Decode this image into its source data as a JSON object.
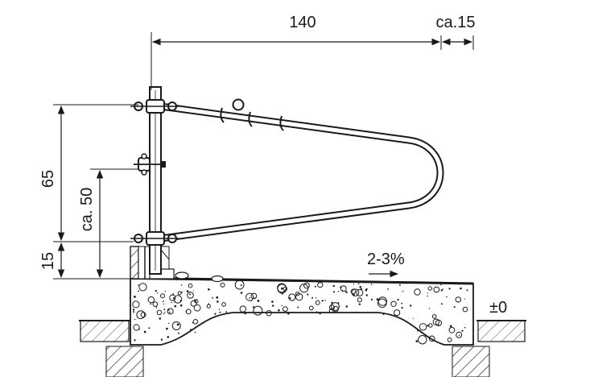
{
  "dimensions": {
    "width_main": "140",
    "width_overhang": "ca.15",
    "height_rail": "65",
    "height_post": "ca. 50",
    "height_base": "15"
  },
  "annotations": {
    "slope": "2-3%",
    "datum": "±0"
  },
  "colors": {
    "ink": "#1a1a1a",
    "paper": "#ffffff"
  }
}
